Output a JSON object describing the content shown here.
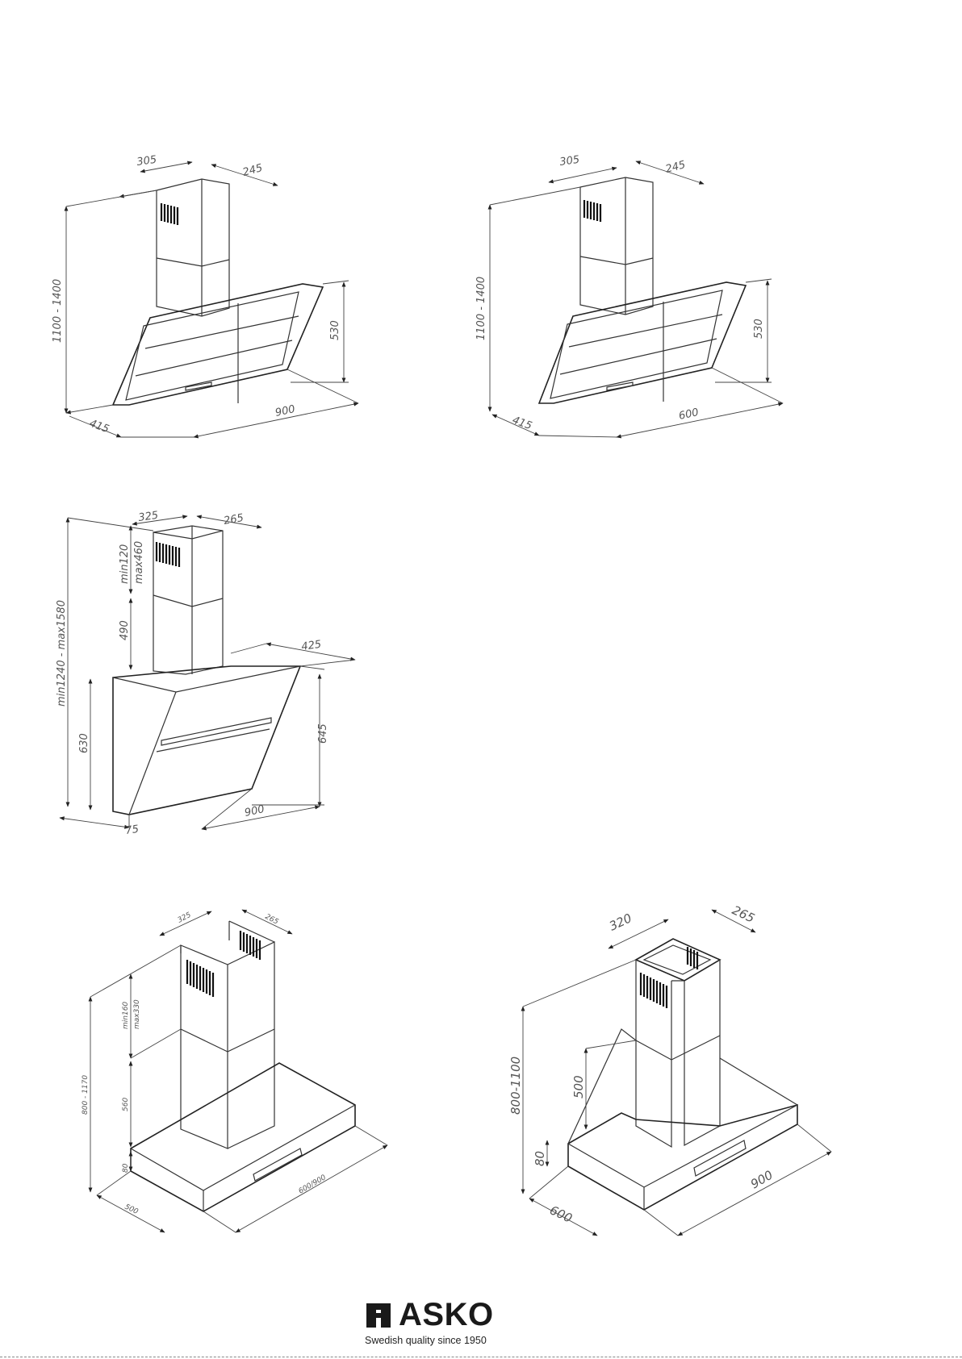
{
  "drawings": [
    {
      "id": "hood-angled-900",
      "dimensions": {
        "chimney_width": "305",
        "chimney_depth": "245",
        "height": "1100 - 1400",
        "canopy_height": "530",
        "depth": "415",
        "width": "900"
      }
    },
    {
      "id": "hood-angled-600",
      "dimensions": {
        "chimney_width": "305",
        "chimney_depth": "245",
        "height": "1100 - 1400",
        "canopy_height": "530",
        "depth": "415",
        "width": "600"
      }
    },
    {
      "id": "hood-slanted-900",
      "dimensions": {
        "chimney_width": "325",
        "chimney_depth": "265",
        "chimney_top_min": "min120",
        "chimney_top_max": "max460",
        "chimney_lower": "490",
        "height": "min1240 - max1580",
        "front_height": "630",
        "back_height": "645",
        "canopy_depth": "425",
        "base_offset": "75",
        "width": "900"
      }
    },
    {
      "id": "hood-box-600-900",
      "dimensions": {
        "chimney_width": "325",
        "chimney_depth": "265",
        "chimney_top_min": "min160",
        "chimney_top_max": "max330",
        "chimney_lower": "560",
        "height": "800 - 1170",
        "canopy_height": "80",
        "depth": "500",
        "width": "600/900"
      }
    },
    {
      "id": "hood-box-900",
      "dimensions": {
        "chimney_width": "320",
        "chimney_depth": "265",
        "chimney_lower": "500",
        "height": "800-1100",
        "canopy_height": "80",
        "depth": "600",
        "width": "900"
      }
    }
  ],
  "brand": {
    "name": "ASKO",
    "tagline": "Swedish quality since 1950"
  }
}
